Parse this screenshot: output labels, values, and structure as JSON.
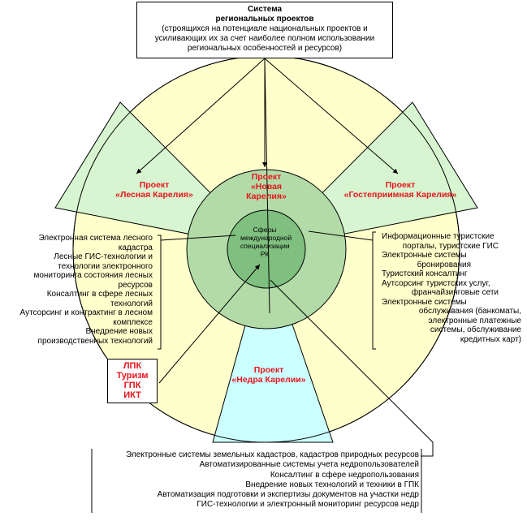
{
  "title": {
    "line1": "Система",
    "line2": "региональных проектов",
    "line3": "(строящихся на потенциале национальных проектов и",
    "line4": "усиливающих их за счет наиболее полном использовании",
    "line5": "региональных особенностей и ресурсов)"
  },
  "center": {
    "line1": "Сферы",
    "line2": "международной",
    "line3": "специализации",
    "line4": "РК"
  },
  "projects": {
    "forest": {
      "line1": "Проект",
      "line2": "«Лесная Карелия»"
    },
    "new": {
      "line1": "Проект",
      "line2": "«Новая",
      "line3": "Карелия»"
    },
    "hospitality": {
      "line1": "Проект",
      "line2": "«Гостеприимная Карелия»"
    },
    "subsoil": {
      "line1": "Проект",
      "line2": "«Недра Карелии»"
    }
  },
  "clusters": [
    "ЛПК",
    "Туризм",
    "ГПК",
    "ИКТ"
  ],
  "left_list": [
    "Электронная система лесного",
    "кадастра",
    "Лесные ГИС-технологии и",
    "технологии электронного",
    "мониторинга состояния лесных",
    "ресурсов",
    "Консалтинг в сфере лесных",
    "технологий",
    "Аутсорсинг и контрактинг в лесном",
    "комплексе",
    "Внедрение новых",
    "производственных технологий"
  ],
  "right_list": [
    "Информационные туристские",
    "порталы, туристские ГИС",
    "Электронные системы",
    "бронирования",
    "Туристский консалтинг",
    "Аутсорсинг туристских услуг,",
    "франчайзинговые сети",
    "Электронные системы",
    "обслуживания (банкоматы,",
    "электронные платежные",
    "системы, обслуживание",
    "кредитных карт)"
  ],
  "bottom_list": [
    "Электронные системы земельных кадастров, кадастров природных ресурсов",
    "Автоматизированные системы учета недропользователей",
    "Консалтинг в сфере недропользования",
    "Внедрение новых технологий и техники в ГПК",
    "Автоматизация подготовки и экспертизы документов на участки недр",
    "ГИС-технологии и электронный мониторинг ресурсов недр"
  ],
  "colors": {
    "outer_circle": "#ffffcc",
    "sector": "#ccffcc",
    "middle_circle": "#99cc99",
    "inner_circle": "#66aa66",
    "subsoil_sector": "#ccffff",
    "project_text": "#e8141b"
  }
}
